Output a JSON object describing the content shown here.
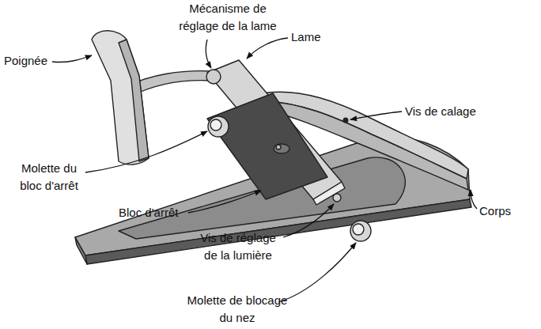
{
  "diagram": {
    "labels": [
      "Mécanisme de réglage de la lame",
      "Lame",
      "Poignée",
      "Vis de calage",
      "Molette du bloc d'arrêt",
      "Bloc d'arrêt",
      "Corps",
      "Vis de réglage de la lumière",
      "Molette de blocage du nez"
    ]
  }
}
